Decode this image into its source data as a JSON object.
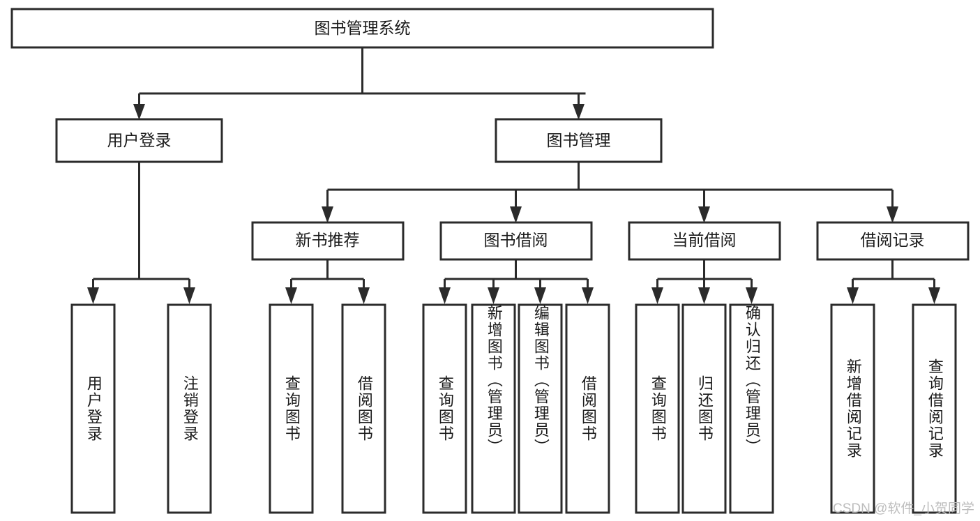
{
  "diagram": {
    "title": "图书管理系统",
    "type": "tree",
    "orientation": "top-down",
    "colors": {
      "box_fill": "#ffffff",
      "box_stroke": "#2b2b2b",
      "connector": "#2b2b2b",
      "text": "#1a1a1a",
      "watermark": "#bdbdbd",
      "background": "#ffffff"
    },
    "root": {
      "label": "图书管理系统"
    },
    "level1": [
      {
        "label": "用户登录"
      },
      {
        "label": "图书管理"
      }
    ],
    "level2": [
      {
        "label": "新书推荐",
        "parent": "图书管理"
      },
      {
        "label": "图书借阅",
        "parent": "图书管理"
      },
      {
        "label": "当前借阅",
        "parent": "图书管理"
      },
      {
        "label": "借阅记录",
        "parent": "图书管理"
      }
    ],
    "leaves": {
      "user_login": [
        {
          "label": "用户登录"
        },
        {
          "label": "注销登录"
        }
      ],
      "new_book_recommend": [
        {
          "label": "查询图书"
        },
        {
          "label": "借阅图书"
        }
      ],
      "book_borrow": [
        {
          "label": "查询图书"
        },
        {
          "label": "新增图书（管理员）"
        },
        {
          "label": "编辑图书（管理员）"
        },
        {
          "label": "借阅图书"
        }
      ],
      "current_borrow": [
        {
          "label": "查询图书"
        },
        {
          "label": "归还图书"
        },
        {
          "label": "确认归还（管理员）"
        }
      ],
      "borrow_record": [
        {
          "label": "新增借阅记录"
        },
        {
          "label": "查询借阅记录"
        }
      ]
    }
  },
  "watermark": {
    "text": "CSDN @软件_小贺同学"
  }
}
